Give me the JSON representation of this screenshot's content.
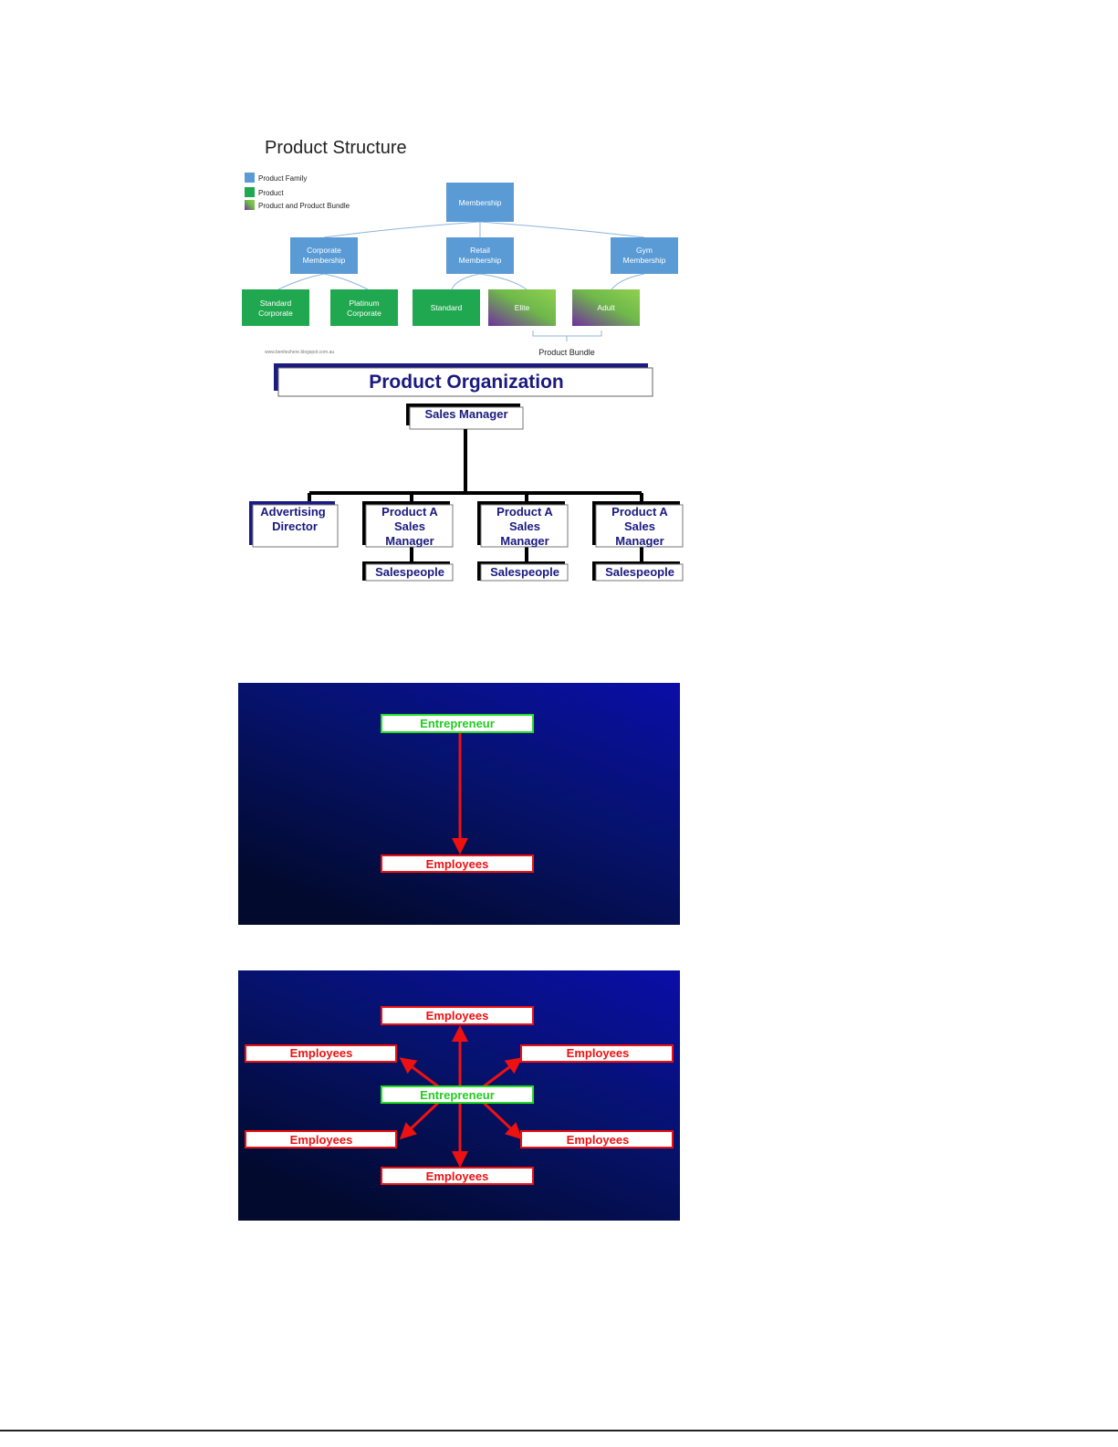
{
  "product_structure": {
    "title": "Product Structure",
    "legend": [
      "Product Family",
      "Product",
      "Product and Product Bundle"
    ],
    "root": "Membership",
    "families": [
      [
        "Corporate",
        "Membership"
      ],
      [
        "Retail",
        "Membership"
      ],
      [
        "Gym",
        "Membership"
      ]
    ],
    "products": [
      [
        "Standard",
        "Corporate"
      ],
      [
        "Platinum",
        "Corporate"
      ],
      [
        "Standard"
      ],
      [
        "Elite"
      ],
      [
        "Adult"
      ]
    ],
    "bundle_label": "Product Bundle",
    "source": "www.benitezhere.blogspot.com.au",
    "colors": {
      "family": "#5b9bd5",
      "product": "#1fa84f"
    }
  },
  "product_organization": {
    "title": "Product Organization",
    "top": "Sales Manager",
    "advertising": [
      "Advertising",
      "Director"
    ],
    "managers": [
      [
        "Product A",
        "Sales",
        "Manager"
      ],
      [
        "Product A",
        "Sales",
        "Manager"
      ],
      [
        "Product A",
        "Sales",
        "Manager"
      ]
    ],
    "salespeople": [
      "Salespeople",
      "Salespeople",
      "Salespeople"
    ]
  },
  "entrepreneur_vertical": {
    "top": "Entrepreneur",
    "bottom": "Employees"
  },
  "entrepreneur_radial": {
    "center": "Entrepreneur",
    "employees": [
      "Employees",
      "Employees",
      "Employees",
      "Employees",
      "Employees",
      "Employees"
    ]
  }
}
